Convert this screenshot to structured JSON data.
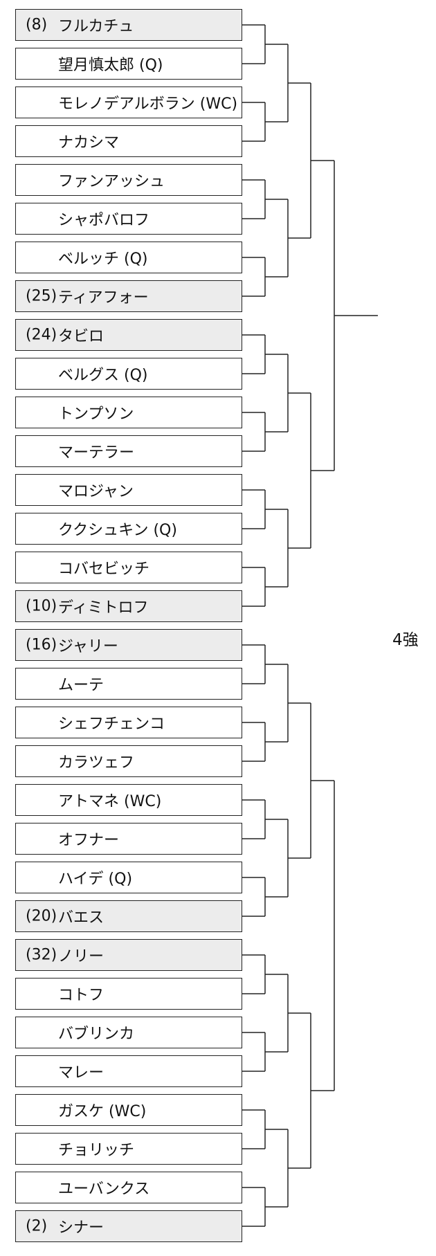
{
  "result_label": "4強",
  "players": [
    {
      "seed": "(8)",
      "name": "フルカチュ",
      "seeded": true
    },
    {
      "seed": "",
      "name": "望月慎太郎 (Q)",
      "seeded": false
    },
    {
      "seed": "",
      "name": "モレノデアルボラン (WC)",
      "seeded": false
    },
    {
      "seed": "",
      "name": "ナカシマ",
      "seeded": false
    },
    {
      "seed": "",
      "name": "ファンアッシュ",
      "seeded": false
    },
    {
      "seed": "",
      "name": "シャポバロフ",
      "seeded": false
    },
    {
      "seed": "",
      "name": "ベルッチ (Q)",
      "seeded": false
    },
    {
      "seed": "(25)",
      "name": "ティアフォー",
      "seeded": true
    },
    {
      "seed": "(24)",
      "name": "タビロ",
      "seeded": true
    },
    {
      "seed": "",
      "name": "ベルグス (Q)",
      "seeded": false
    },
    {
      "seed": "",
      "name": "トンプソン",
      "seeded": false
    },
    {
      "seed": "",
      "name": "マーテラー",
      "seeded": false
    },
    {
      "seed": "",
      "name": "マロジャン",
      "seeded": false
    },
    {
      "seed": "",
      "name": "ククシュキン (Q)",
      "seeded": false
    },
    {
      "seed": "",
      "name": "コバセビッチ",
      "seeded": false
    },
    {
      "seed": "(10)",
      "name": "ディミトロフ",
      "seeded": true
    },
    {
      "seed": "(16)",
      "name": "ジャリー",
      "seeded": true
    },
    {
      "seed": "",
      "name": "ムーテ",
      "seeded": false
    },
    {
      "seed": "",
      "name": "シェフチェンコ",
      "seeded": false
    },
    {
      "seed": "",
      "name": "カラツェフ",
      "seeded": false
    },
    {
      "seed": "",
      "name": "アトマネ (WC)",
      "seeded": false
    },
    {
      "seed": "",
      "name": "オフナー",
      "seeded": false
    },
    {
      "seed": "",
      "name": "ハイデ (Q)",
      "seeded": false
    },
    {
      "seed": "(20)",
      "name": "バエス",
      "seeded": true
    },
    {
      "seed": "(32)",
      "name": "ノリー",
      "seeded": true
    },
    {
      "seed": "",
      "name": "コトフ",
      "seeded": false
    },
    {
      "seed": "",
      "name": "バブリンカ",
      "seeded": false
    },
    {
      "seed": "",
      "name": "マレー",
      "seeded": false
    },
    {
      "seed": "",
      "name": "ガスケ (WC)",
      "seeded": false
    },
    {
      "seed": "",
      "name": "チョリッチ",
      "seeded": false
    },
    {
      "seed": "",
      "name": "ユーバンクス",
      "seeded": false
    },
    {
      "seed": "(2)",
      "name": "シナー",
      "seeded": true
    }
  ]
}
